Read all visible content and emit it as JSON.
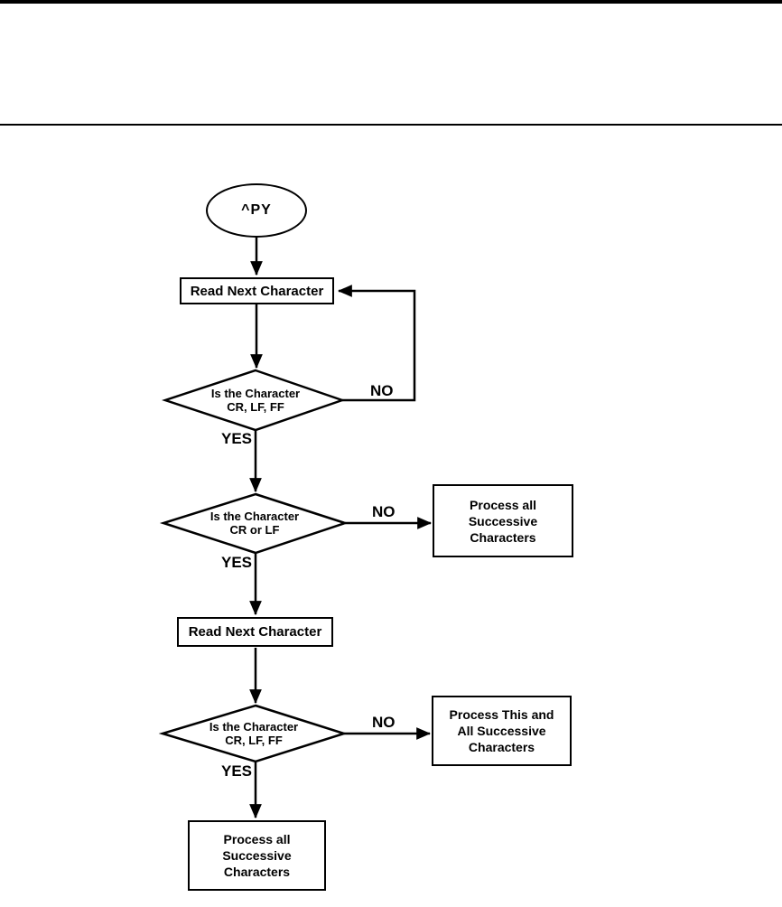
{
  "page": {
    "background_color": "#ffffff",
    "ink_color": "#000000"
  },
  "flowchart": {
    "labels": {
      "yes": "YES",
      "no": "NO"
    },
    "nodes": {
      "start": {
        "label": "^PY"
      },
      "read_next_1": {
        "label": "Read Next Character"
      },
      "decision_cr_lf_ff_1": {
        "line1": "Is the Character",
        "line2": "CR, LF, FF"
      },
      "decision_cr_or_lf": {
        "line1": "Is the Character",
        "line2": "CR or LF"
      },
      "process_all_successive_1": {
        "line1": "Process all",
        "line2": "Successive",
        "line3": "Characters"
      },
      "read_next_2": {
        "label": "Read Next Character"
      },
      "decision_cr_lf_ff_2": {
        "line1": "Is the Character",
        "line2": "CR, LF, FF"
      },
      "process_this_and_all": {
        "line1": "Process This and",
        "line2": "All Successive",
        "line3": "Characters"
      },
      "process_all_successive_2": {
        "line1": "Process all",
        "line2": "Successive",
        "line3": "Characters"
      }
    }
  }
}
